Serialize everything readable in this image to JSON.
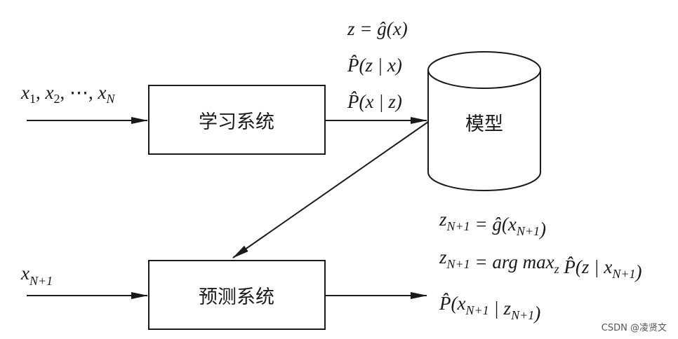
{
  "nodes": {
    "learning_system": "学习系统",
    "prediction_system": "预测系统",
    "model": "模型"
  },
  "inputs": {
    "training_x1": "x",
    "training_x1_sub": "1",
    "training_x2": "x",
    "training_x2_sub": "2",
    "training_dots": "⋯",
    "training_xn": "x",
    "training_xn_sub": "N",
    "new_x": "x",
    "new_x_sub": "N+1"
  },
  "model_outputs": {
    "line1": "z = ĝ(x)",
    "line2": "P̂(z | x)",
    "line3": "P̂(x | z)"
  },
  "predictions": {
    "line1": "z_{N+1} = ĝ(x_{N+1})",
    "line2": "z_{N+1} = arg max_z P̂(z | x_{N+1})",
    "line3": "P̂(x_{N+1} | z_{N+1})"
  },
  "watermark": "CSDN @凌贤文"
}
